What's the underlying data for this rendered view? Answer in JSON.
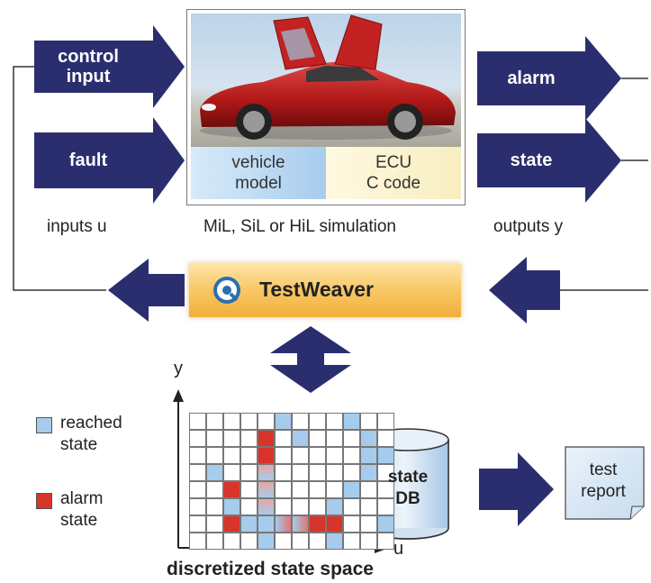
{
  "inputs": {
    "control_input_label": "control\ninput",
    "fault_label": "fault",
    "caption": "inputs u"
  },
  "simulation": {
    "vehicle_model_label": "vehicle\nmodel",
    "ecu_label": "ECU\nC code",
    "caption": "MiL, SiL or HiL simulation"
  },
  "outputs": {
    "alarm_label": "alarm",
    "state_label": "state",
    "caption": "outputs y"
  },
  "testweaver": {
    "label": "TestWeaver"
  },
  "legend": {
    "reached_label": "reached\nstate",
    "alarm_label": "alarm\nstate",
    "reached_color": "#a6cbec",
    "alarm_color": "#d9342b"
  },
  "state_space": {
    "y_axis_label": "y",
    "x_axis_label": "u",
    "caption": "discretized state space"
  },
  "database": {
    "label": "state\nDB"
  },
  "report": {
    "label": "test\nreport"
  },
  "colors": {
    "arrow_navy": "#2b2e6e",
    "testweaver_orange": "#f5b54a"
  }
}
